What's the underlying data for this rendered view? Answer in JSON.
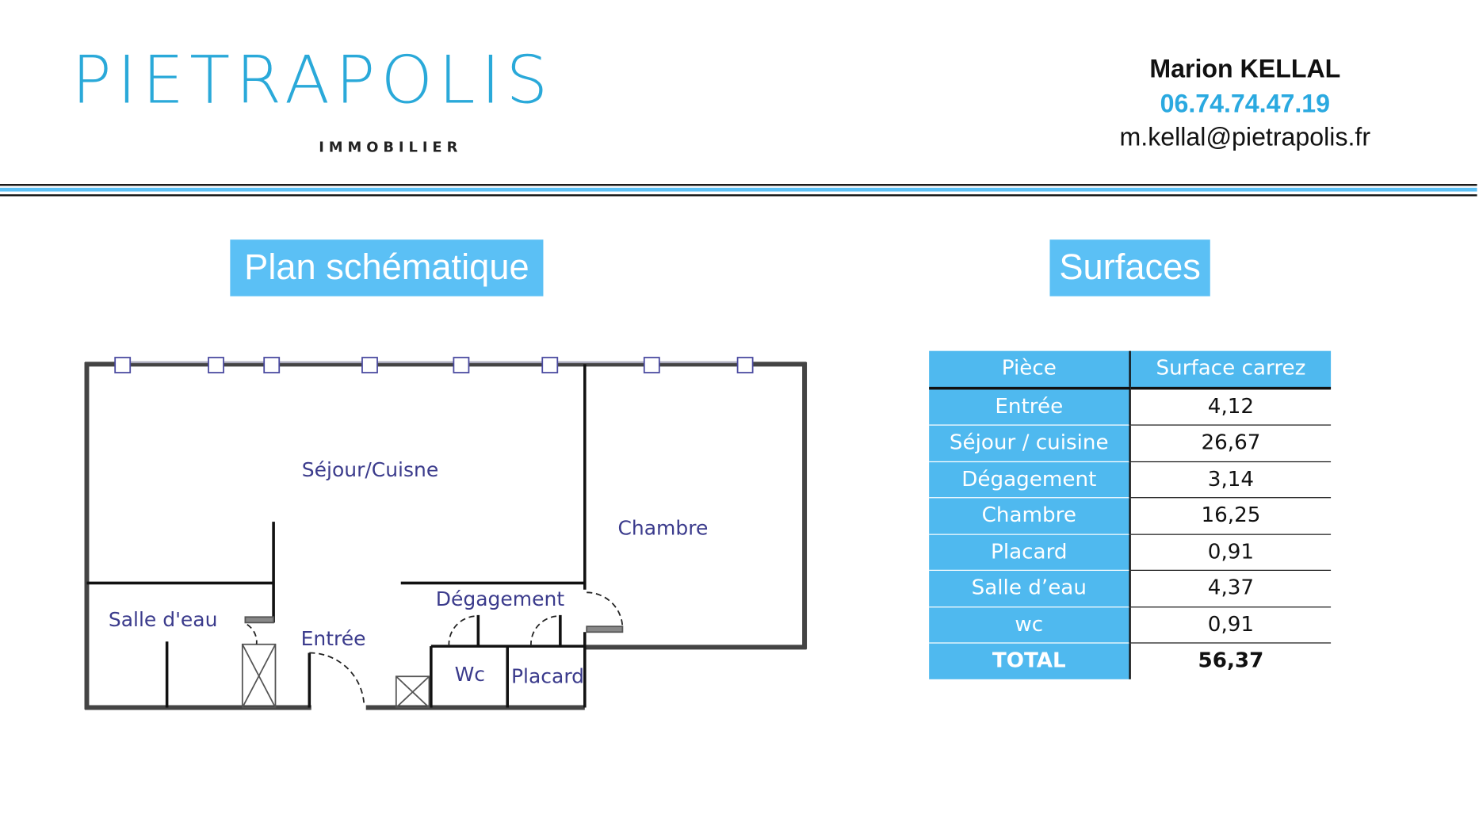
{
  "header": {
    "logo_text": "PIETRAPOLIS",
    "logo_subtitle": "IMMOBILIER",
    "agent_name": "Marion KELLAL",
    "agent_phone": "06.74.74.47.19",
    "agent_email": "m.kellal@pietrapolis.fr"
  },
  "colors": {
    "brand": "#2aa9d9",
    "box": "#5bc0f5",
    "table": "#4fb9ef"
  },
  "plan": {
    "title": "Plan schématique",
    "labels": {
      "sejour": "Séjour/Cuisne",
      "chambre": "Chambre",
      "salle_eau": "Salle d'eau",
      "entree": "Entrée",
      "degagement": "Dégagement",
      "wc": "Wc",
      "placard": "Placard"
    }
  },
  "surfaces": {
    "title": "Surfaces",
    "headers": [
      "Pièce",
      "Surface carrez"
    ],
    "rows": [
      {
        "piece": "Entrée",
        "surface": "4,12"
      },
      {
        "piece": "Séjour / cuisine",
        "surface": "26,67"
      },
      {
        "piece": "Dégagement",
        "surface": "3,14"
      },
      {
        "piece": "Chambre",
        "surface": "16,25"
      },
      {
        "piece": "Placard",
        "surface": "0,91"
      },
      {
        "piece": "Salle d’eau",
        "surface": "4,37"
      },
      {
        "piece": "wc",
        "surface": "0,91"
      }
    ],
    "total": {
      "label": "TOTAL",
      "value": "56,37"
    }
  }
}
